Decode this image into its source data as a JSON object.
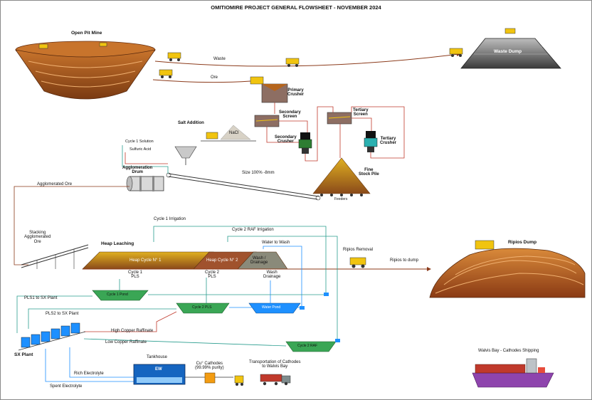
{
  "title": "OMITIOMIRE PROJECT GENERAL FLOWSHEET - NOVEMBER 2024",
  "labels": {
    "open_pit_mine": "Open Pit Mine",
    "waste": "Waste",
    "ore": "Ore",
    "waste_dump": "Waste Dump",
    "primary_crusher": "Primary\nCrusher",
    "secondary_screen": "Secondary\nScreen",
    "secondary_crusher": "Secondary\nCrusher",
    "tertiary_screen": "Tertiary\nScreen",
    "tertiary_crusher": "Tertiary\nCrusher",
    "salt_addition": "Salt Addition",
    "nacl": "NaCl",
    "cycle1_solution": "Cycle 1 Solution",
    "sulfuric_acid": "Sulfuric Acid",
    "agglomeration_drum": "Agglomeration\nDrum",
    "size": "Size 100% -8mm",
    "fine_stock_pile": "Fine\nStock Pile",
    "feeders": "Feeders",
    "agglomerated_ore": "Agglomerated Ore",
    "cycle1_irrigation": "Cycle 1 Irrigation",
    "cycle2_irrigation": "Cycle 2 RAF Irrigation",
    "water_to_wash": "Water to Wash",
    "stacking": "Stacking\nAgglomerated\nOre",
    "heap_leaching": "Heap Leaching",
    "heap_cycle1": "Heap Cycle N° 1",
    "heap_cycle2": "Heap Cycle N° 2",
    "wash_drainage_box": "Wash /\nDrainage",
    "cycle1_pls": "Cycle 1\nPLS",
    "cycle2_pls": "Cycle 2\nPLS",
    "wash_drainage": "Wash\nDrainage",
    "ripios_removal": "Ripios Removal",
    "ripios_to_dump": "Ripios to dump",
    "ripios_dump": "Ripios Dump",
    "cycle1_pond": "Cycle 1 Pond",
    "cycle2_pls_pond": "Cycle 2 PLS",
    "water_pond": "Water Pond",
    "cycle2_raf": "Cycle 2 RAF",
    "pls1_to_sx": "PLS1 to SX Plant",
    "pls2_to_sx": "PLS2 to SX Plant",
    "high_cu_raff": "High Copper Raffinate",
    "low_cu_raff": "Low Copper Raffinate",
    "sx_plant": "SX Plant",
    "tankhouse": "Tankhouse",
    "ew": "EW",
    "rich_electrolyte": "Rich Electrolyte",
    "spent_electrolyte": "Spent Electrolyte",
    "cu_cathodes": "Cu° Cathodes\n(99.99% purity)",
    "transport": "Transportation of Cathodes\nto Walvis Bay",
    "walvis_bay": "Walvis Bay - Cathodes Shipping"
  },
  "colors": {
    "ore_line": "#8b3a1a",
    "solution_line": "#2a9d8f",
    "raffinate_line": "#c0392b",
    "heap_brown": "#a0522d",
    "heap_gold": "#d4a017",
    "pond_green": "#3aa655",
    "pond_blue": "#1e90ff",
    "tankhouse_blue": "#1565c0",
    "waste_grey": "#555555"
  }
}
